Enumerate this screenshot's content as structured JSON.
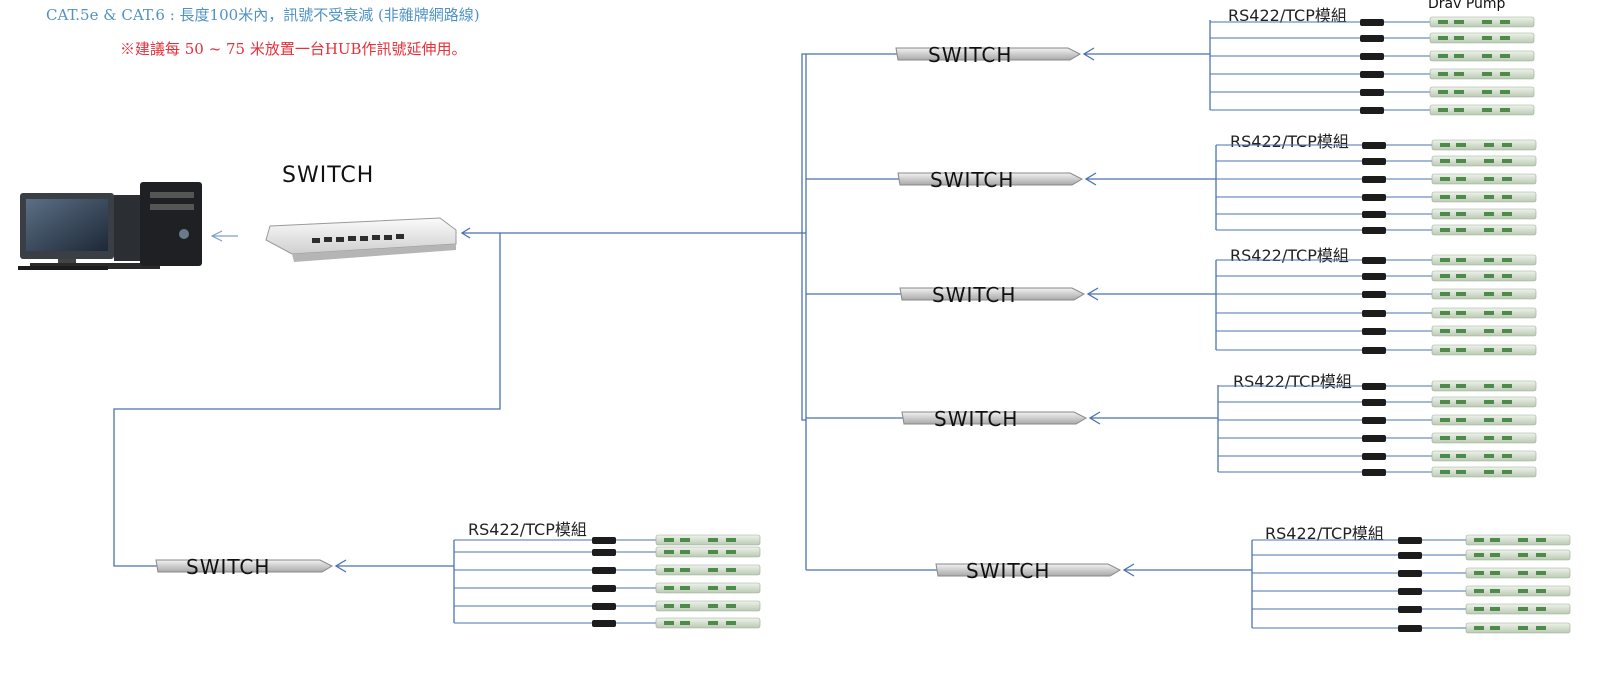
{
  "notes": {
    "cable": "CAT.5e & CAT.6 : 長度100米內，訊號不受衰減 (非雜牌網路線)",
    "hub_advice": "※建議每 50 ~ 75 米放置一台HUB作訊號延伸用。"
  },
  "main_switch": {
    "label": "SWITCH"
  },
  "branch_switch_label": "SWITCH",
  "module_label": "RS422/TCP模組",
  "device_label": "Drav Pump",
  "colors": {
    "line": "#4a72b0",
    "note": "#4f93c6",
    "warning": "#e8303a"
  }
}
